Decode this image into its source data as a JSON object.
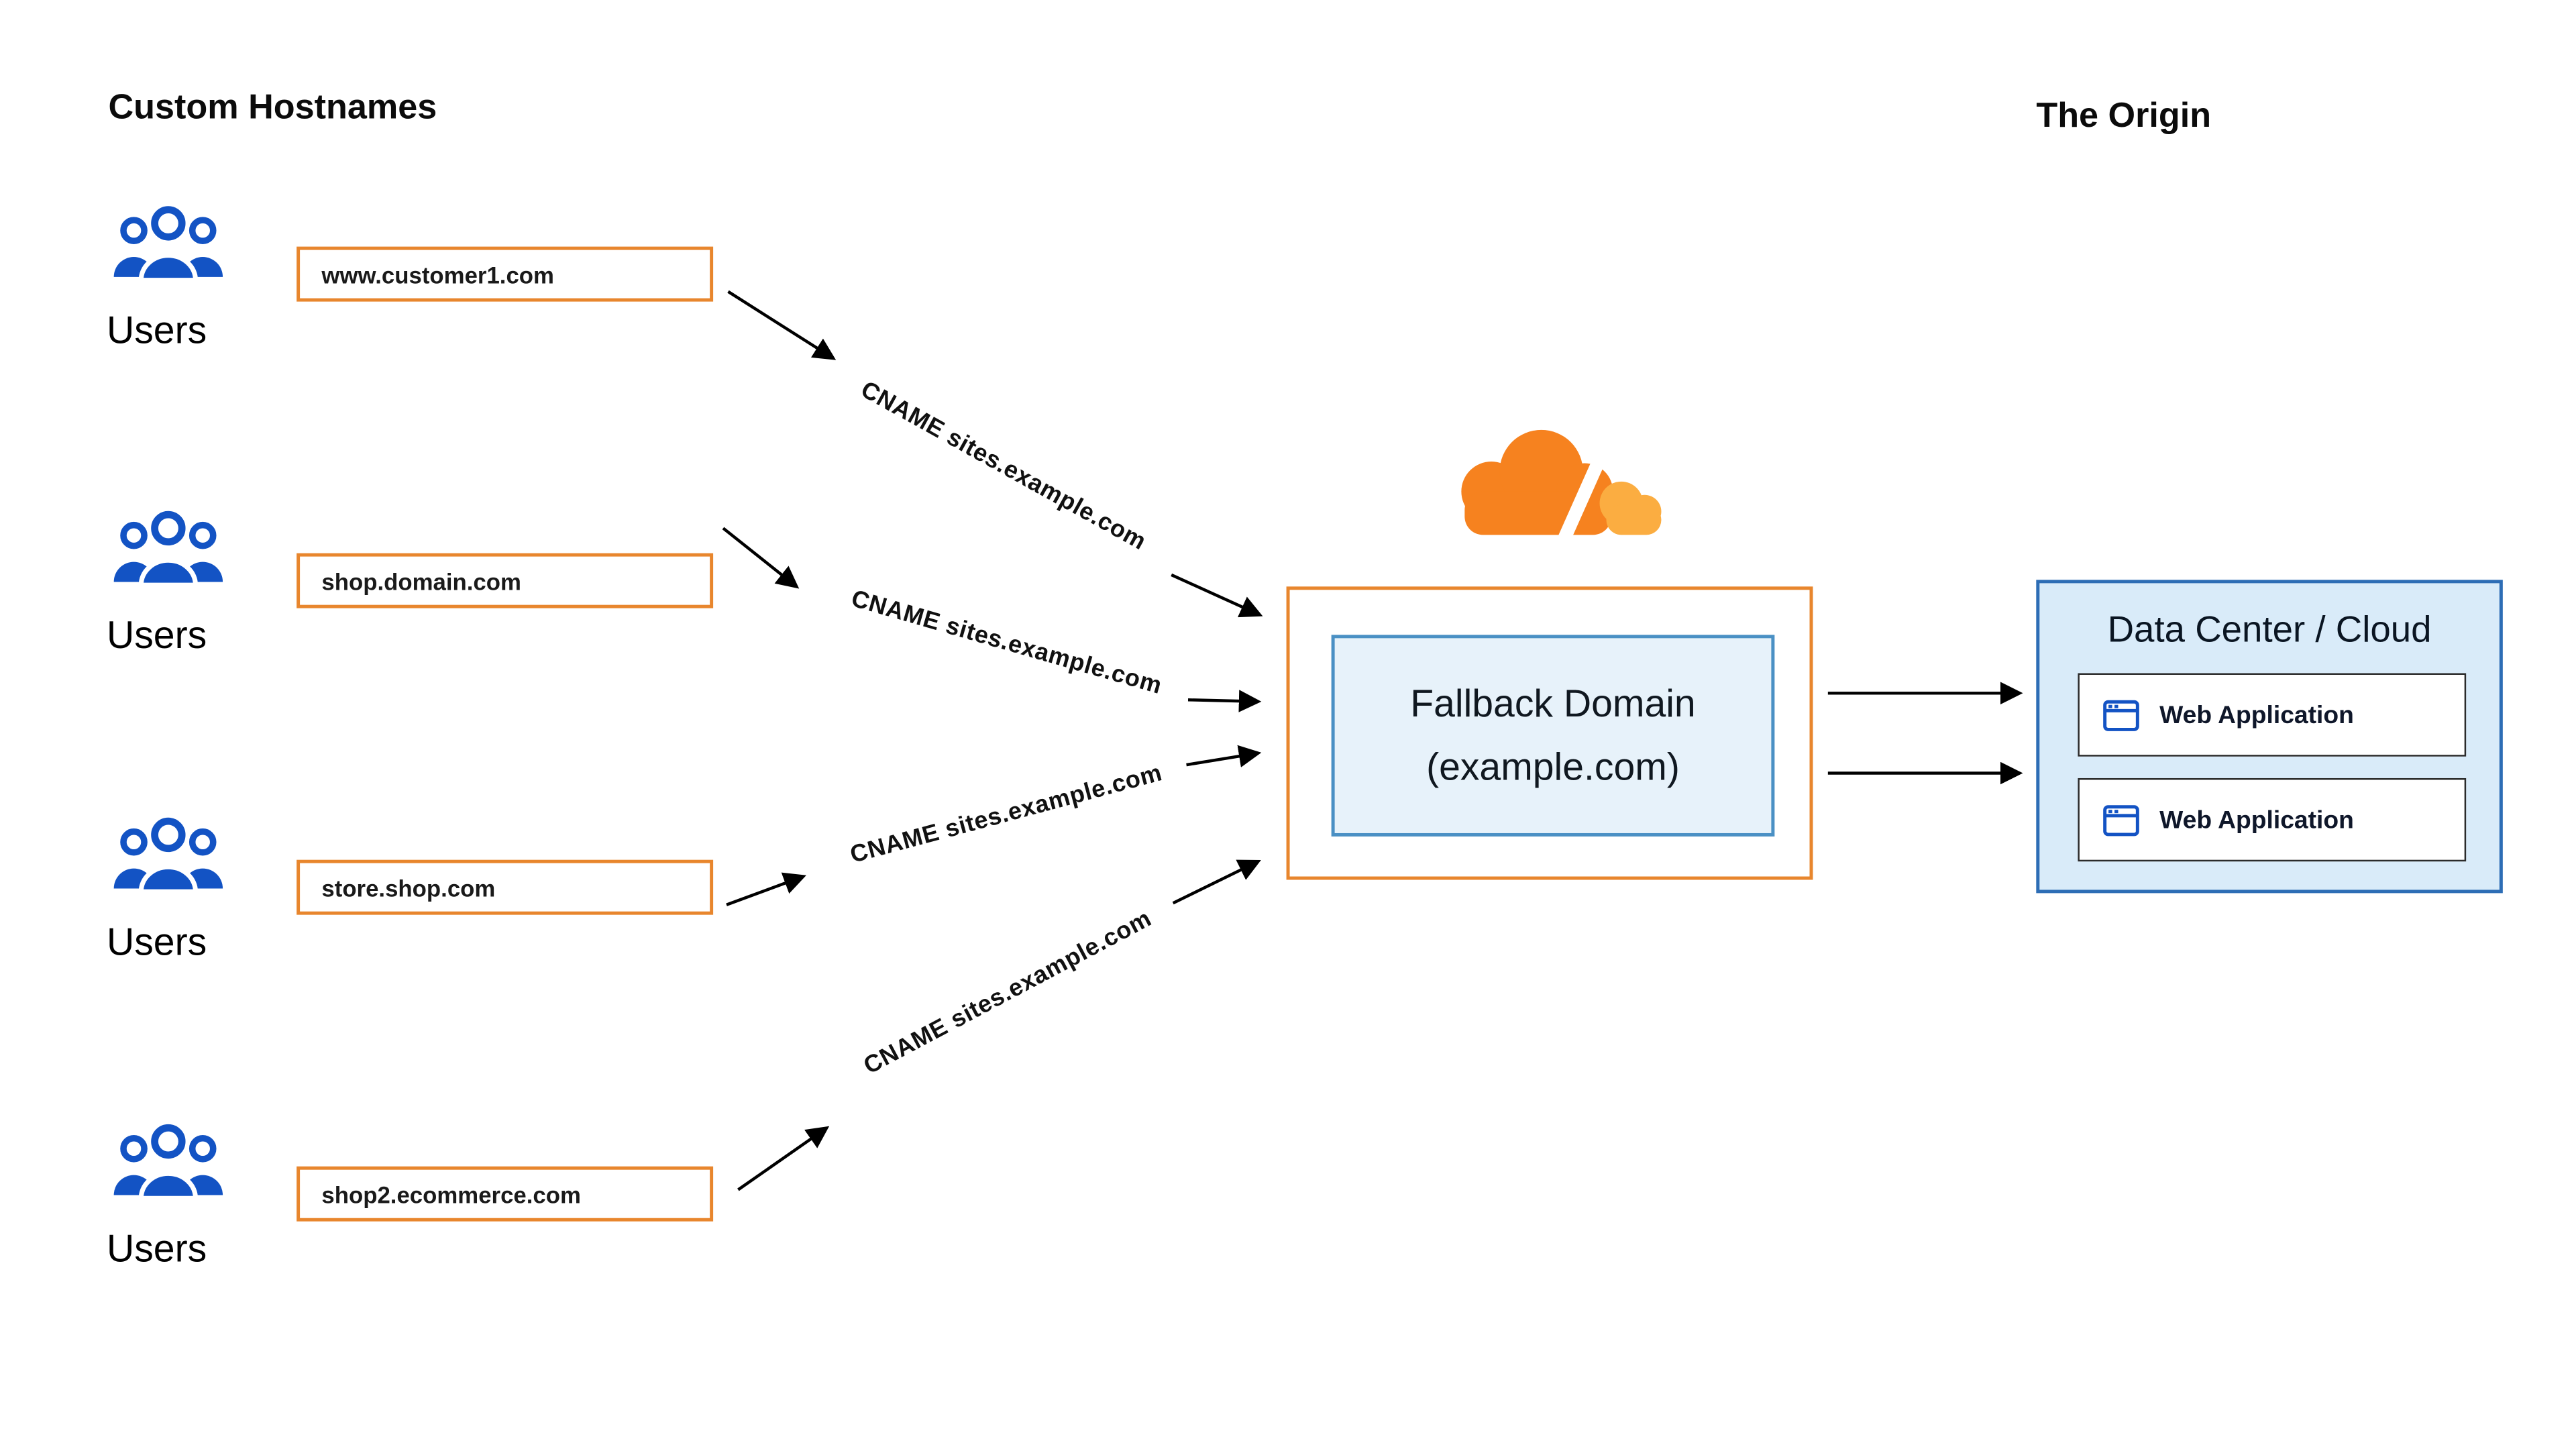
{
  "headings": {
    "custom_hostnames": "Custom Hostnames",
    "the_origin": "The Origin"
  },
  "users_label": "Users",
  "hostnames": [
    "www.customer1.com",
    "shop.domain.com",
    "store.shop.com",
    "shop2.ecommerce.com"
  ],
  "cname_label": "CNAME sites.example.com",
  "fallback_domain": {
    "title": "Fallback Domain",
    "subtitle": "(example.com)"
  },
  "origin_box": {
    "title": "Data Center / Cloud",
    "applications": [
      "Web Application",
      "Web Application"
    ]
  },
  "icons": {
    "users": "users-group-icon",
    "cloudflare": "cloudflare-logo-icon",
    "browser": "browser-window-icon"
  },
  "colors": {
    "orange_border": "#E8862D",
    "cloudflare_orange": "#F6821F",
    "cloudflare_amber": "#FBAD41",
    "icon_blue": "#1353C4",
    "fallback_bg": "#E7F2FA",
    "fallback_border": "#4A90C4",
    "datacenter_bg": "#D9EBF9",
    "datacenter_border": "#2D6DB5",
    "arrow_black": "#000000"
  }
}
